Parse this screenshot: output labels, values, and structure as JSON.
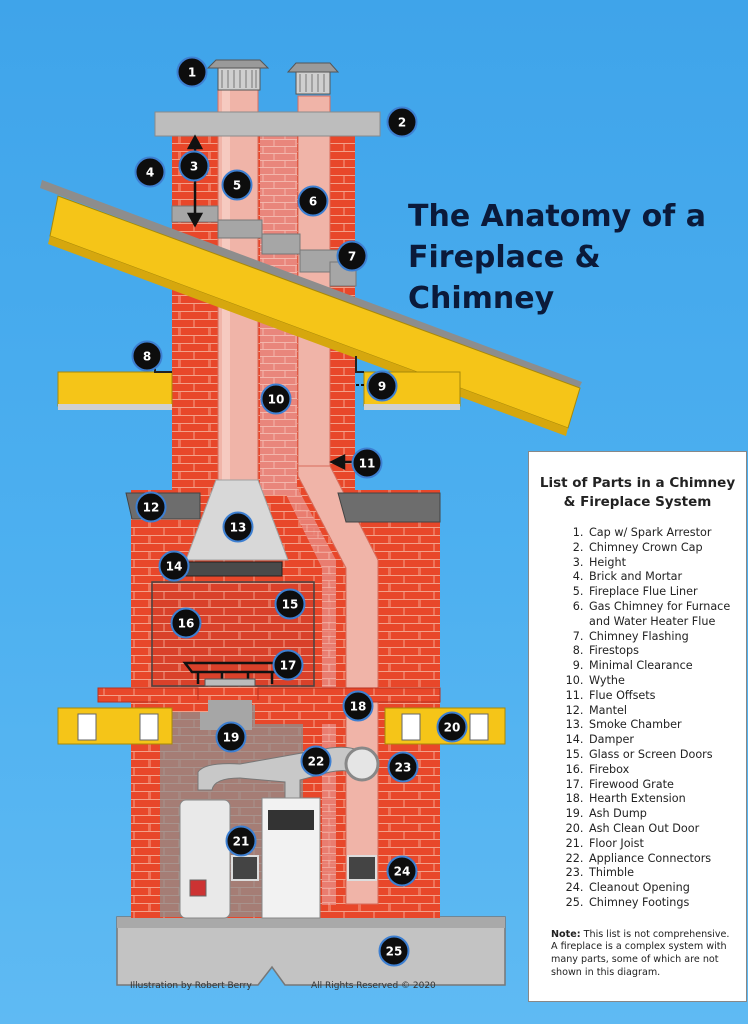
{
  "title_line1": "The Anatomy of a",
  "title_line2": "Fireplace & Chimney",
  "legend": {
    "title": "List of Parts in a Chimney & Fireplace System",
    "items": [
      "Cap w/ Spark Arrestor",
      "Chimney Crown Cap",
      "Height",
      "Brick and Mortar",
      "Fireplace Flue Liner",
      "Gas Chimney for Furnace and Water Heater Flue",
      "Chimney Flashing",
      "Firestops",
      "Minimal Clearance",
      "Wythe",
      "Flue Offsets",
      "Mantel",
      "Smoke Chamber",
      "Damper",
      "Glass or Screen Doors",
      "Firebox",
      "Firewood Grate",
      "Hearth Extension",
      "Ash Dump",
      "Ash Clean Out Door",
      "Floor Joist",
      "Appliance Connectors",
      "Thimble",
      "Cleanout Opening",
      "Chimney Footings"
    ],
    "note_label": "Note:",
    "note_text": "This list is not comprehensive. A fireplace is a complex system with many parts, some of which are not shown in this diagram."
  },
  "markers": [
    "1",
    "2",
    "3",
    "4",
    "5",
    "6",
    "7",
    "8",
    "9",
    "10",
    "11",
    "12",
    "13",
    "14",
    "15",
    "16",
    "17",
    "18",
    "19",
    "20",
    "21",
    "22",
    "23",
    "24",
    "25"
  ],
  "credit_left": "Illustration by Robert Berry",
  "credit_right": "All Rights Reserved © 2020",
  "colors": {
    "brick": "#e8472a",
    "mortar": "#f08a70",
    "flue": "#f0b4a8",
    "roof": "#f5c518",
    "concrete": "#b9b9b9",
    "marker": "#0d0d0d"
  }
}
